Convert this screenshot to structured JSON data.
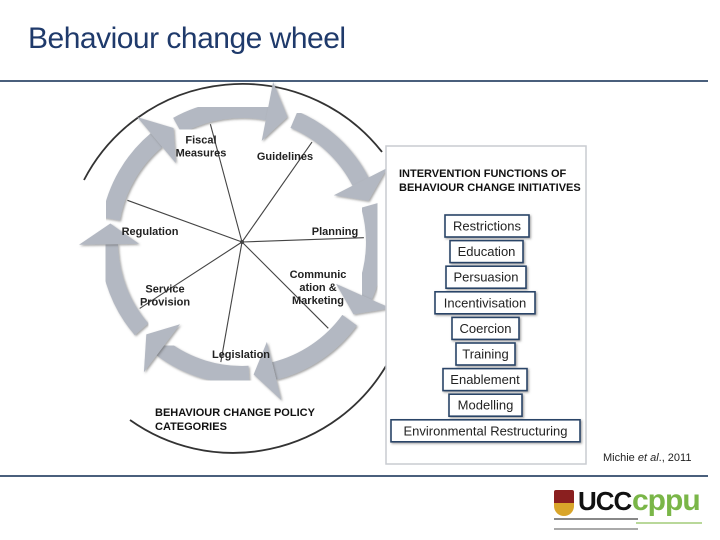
{
  "slide": {
    "title": "Behaviour change wheel",
    "citation_author": "Michie ",
    "citation_etal": "et al",
    "citation_year": "., 2011"
  },
  "wheel": {
    "categories": [
      "Fiscal\nMeasures",
      "Guidelines",
      "Planning",
      "Communic\nation &\nMarketing",
      "Legislation",
      "Service\nProvision",
      "Regulation"
    ],
    "heading": "BEHAVIOUR CHANGE POLICY\nCATEGORIES"
  },
  "functions": {
    "heading": "INTERVENTION FUNCTIONS OF\nBEHAVIOUR CHANGE INITIATIVES",
    "items": [
      "Restrictions",
      "Education",
      "Persuasion",
      "Incentivisation",
      "Coercion",
      "Training",
      "Enablement",
      "Modelling",
      "Environmental Restructuring"
    ]
  },
  "logos": {
    "ucc": "UCC",
    "cppu": "cppu"
  },
  "colors": {
    "title": "#1f3a6b",
    "arrow_ring": "#b3b8c2",
    "rule": "#4a5f7c",
    "cppu_green": "#7ab648"
  }
}
